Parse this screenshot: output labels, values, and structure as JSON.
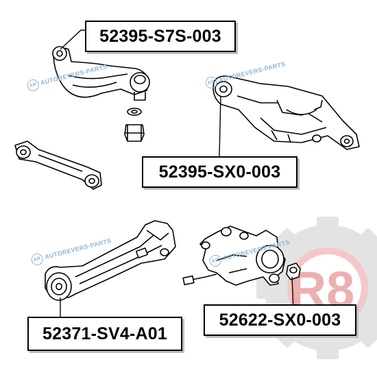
{
  "parts": [
    {
      "id": "upper-arm",
      "part_number": "52395-S7S-003"
    },
    {
      "id": "lower-arm",
      "part_number": "52395-SX0-003"
    },
    {
      "id": "trailing-arm",
      "part_number": "52371-SV4-A01"
    },
    {
      "id": "knuckle",
      "part_number": "52622-SX0-003"
    }
  ],
  "watermark": {
    "badge": "AR",
    "text": "AUTOREVERS-PARTS"
  },
  "logo": {
    "text": "R8"
  },
  "colors": {
    "ink": "#000000",
    "watermark": "#8fb6d8",
    "logo_gear": "#d9d9d9",
    "logo_ring": "#f5c6c6",
    "logo_text": "#e08080"
  }
}
